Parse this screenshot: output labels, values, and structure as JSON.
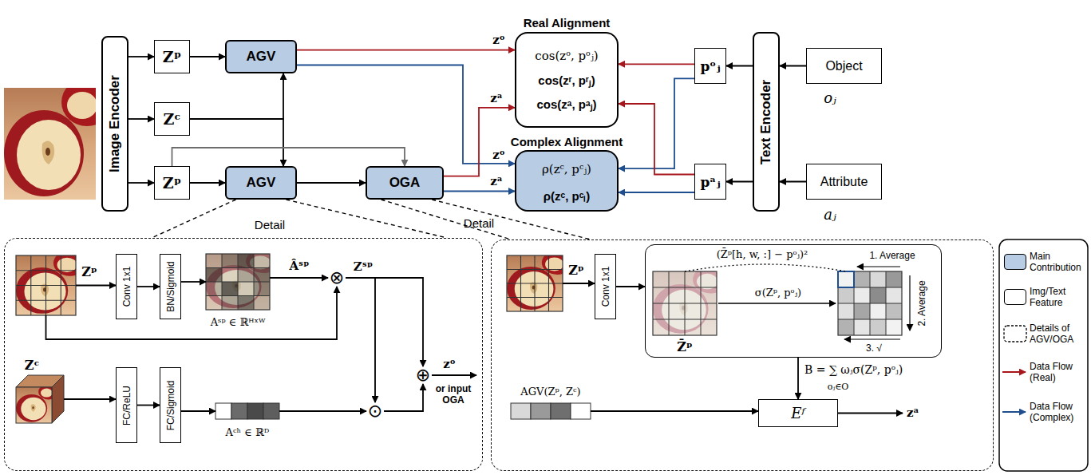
{
  "diagram": {
    "nodes": [
      {
        "text": [
          "Image Encoder"
        ]
      },
      {
        "text": [
          "Zᵖ"
        ]
      },
      {
        "text": [
          "Zᶜ"
        ]
      },
      {
        "text": [
          "Zᵖ"
        ]
      },
      {
        "text": [
          "AGV"
        ]
      },
      {
        "text": [
          "AGV"
        ]
      },
      {
        "text": [
          "OGA"
        ]
      },
      {
        "text": [
          "Real Alignment",
          "cos(zᵒ, pᵒⱼ)",
          "cos(zʳ, pʳⱼ)",
          "cos(zᵃ, pᵃⱼ)"
        ]
      },
      {
        "text": [
          "Complex Alignment",
          "ρ(zᶜ, pᶜⱼ)",
          "ρ(zᶜ, pᶜₗ)"
        ]
      },
      {
        "text": [
          "pᵒⱼ"
        ]
      },
      {
        "text": [
          "pᵃⱼ"
        ]
      },
      {
        "text": [
          "Text Encoder"
        ]
      },
      {
        "text": [
          "Object",
          "oⱼ"
        ]
      },
      {
        "text": [
          "Attribute",
          "aⱼ"
        ]
      },
      {
        "text": [
          "Detail"
        ]
      },
      {
        "text": [
          "Zᵖ"
        ],
        "in": 14
      },
      {
        "text": [
          "Conv 1x1"
        ],
        "in": 14
      },
      {
        "text": [
          "BN/Sigmoid"
        ],
        "in": 14
      },
      {
        "text": [
          "Aˢᵖ ∈ ℝᴴˣᵂ"
        ],
        "in": 14
      },
      {
        "text": [
          "⊗"
        ],
        "in": 14
      },
      {
        "text": [
          "⊕"
        ],
        "in": 14
      },
      {
        "text": [
          "Zᶜ"
        ],
        "in": 14
      },
      {
        "text": [
          "FC/ReLU"
        ],
        "in": 14
      },
      {
        "text": [
          "FC/Sigmoid"
        ],
        "in": 14
      },
      {
        "text": [
          "Aᶜʰ ∈ ℝᴰ"
        ],
        "in": 14
      },
      {
        "text": [
          "⊙"
        ],
        "in": 14
      },
      {
        "text": [
          "Detail"
        ]
      },
      {
        "text": [
          "Zᵖ"
        ],
        "in": 26
      },
      {
        "text": [
          "Conv 1x1"
        ],
        "in": 26
      },
      {
        "text": [
          "Z̄ᵖ",
          "(Z̄ᵖ[h, w, :] − pᵒⱼ)²",
          "1. Average",
          "σ(Zᵖ, pᵒⱼ)",
          "2. Average",
          "3. √"
        ],
        "in": 26
      },
      {
        "text": [
          "Eᶠ"
        ],
        "in": 26
      },
      {
        "text": [
          "AGV(Zᵖ, Zᶜ)"
        ],
        "in": 26
      }
    ],
    "edges": [
      {
        "from": 0,
        "to": 1,
        "arrow": "to"
      },
      {
        "from": 0,
        "to": 2,
        "arrow": "to"
      },
      {
        "from": 0,
        "to": 3,
        "arrow": "to"
      },
      {
        "from": 1,
        "to": 4,
        "arrow": "to"
      },
      {
        "from": 2,
        "to": 4,
        "arrow": "to"
      },
      {
        "from": 2,
        "to": 5,
        "arrow": "to"
      },
      {
        "from": 3,
        "to": 5,
        "arrow": "to"
      },
      {
        "from": 3,
        "to": 6,
        "arrow": "to"
      },
      {
        "from": 5,
        "to": 6,
        "arrow": "to"
      },
      {
        "from": 4,
        "to": 7,
        "arrow": "to",
        "label": "zᵒ"
      },
      {
        "from": 4,
        "to": 8,
        "arrow": "to",
        "label": "zᵒ"
      },
      {
        "from": 6,
        "to": 7,
        "arrow": "to",
        "label": "zᵃ"
      },
      {
        "from": 6,
        "to": 8,
        "arrow": "to",
        "label": "zᵃ"
      },
      {
        "from": 9,
        "to": 7,
        "arrow": "to"
      },
      {
        "from": 9,
        "to": 8,
        "arrow": "to"
      },
      {
        "from": 10,
        "to": 7,
        "arrow": "to"
      },
      {
        "from": 10,
        "to": 8,
        "arrow": "to"
      },
      {
        "from": 11,
        "to": 9,
        "arrow": "to"
      },
      {
        "from": 11,
        "to": 10,
        "arrow": "to"
      },
      {
        "from": 12,
        "to": 11,
        "arrow": "to"
      },
      {
        "from": 13,
        "to": 11,
        "arrow": "to"
      },
      {
        "from": 5,
        "to": 14,
        "arrow": "none"
      },
      {
        "from": 6,
        "to": 26,
        "arrow": "none"
      },
      {
        "from": 15,
        "to": 16,
        "arrow": "to"
      },
      {
        "from": 16,
        "to": 17,
        "arrow": "to"
      },
      {
        "from": 17,
        "to": 18,
        "arrow": "to"
      },
      {
        "from": 18,
        "to": 19,
        "arrow": "to"
      },
      {
        "from": 15,
        "to": 19,
        "arrow": "to"
      },
      {
        "from": 19,
        "to": 20,
        "arrow": "to"
      },
      {
        "from": 19,
        "to": 25,
        "arrow": "to"
      },
      {
        "from": 21,
        "to": 22,
        "arrow": "to"
      },
      {
        "from": 22,
        "to": 23,
        "arrow": "to"
      },
      {
        "from": 23,
        "to": 24,
        "arrow": "to"
      },
      {
        "from": 24,
        "to": 25,
        "arrow": "to"
      },
      {
        "from": 25,
        "to": 20,
        "arrow": "to"
      },
      {
        "from": 27,
        "to": 28,
        "arrow": "to"
      },
      {
        "from": 28,
        "to": 29,
        "arrow": "to"
      },
      {
        "from": 29,
        "to": 30,
        "arrow": "to"
      },
      {
        "from": 31,
        "to": 30,
        "arrow": "to"
      }
    ],
    "labels": [
      "Âˢᵖ",
      "Zˢᵖ",
      "zᵒ",
      "or input OGA",
      "B = ∑ ωⱼσ(Zᵖ, pᵒⱼ)",
      "oⱼ∈O",
      "zᵃ"
    ],
    "legend": [
      {
        "text": "Main Contribution",
        "color": "#b8cce4"
      },
      {
        "text": "Img/Text Feature",
        "color": "#ffffff"
      },
      {
        "text": "Details of AGV/OGA"
      },
      {
        "text": "Data Flow (Real)"
      },
      {
        "text": "Data Flow (Complex)"
      }
    ]
  }
}
